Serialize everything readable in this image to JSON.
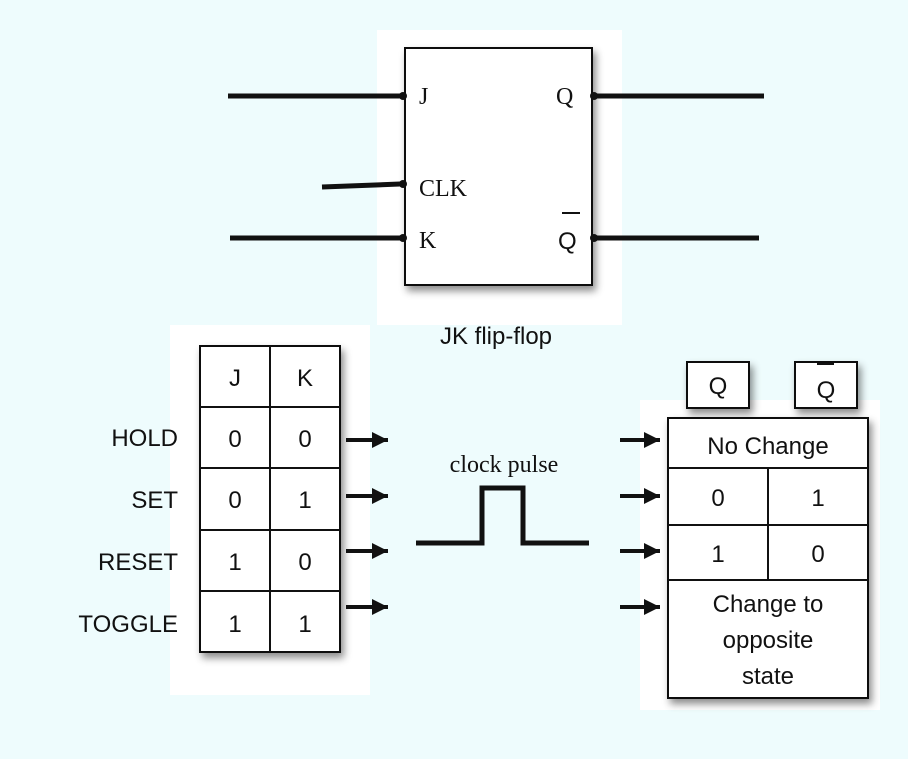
{
  "flipflop": {
    "pins": {
      "j": "J",
      "clk": "CLK",
      "k": "K",
      "q": "Q",
      "qbar": "Q"
    },
    "caption": "JK flip-flop"
  },
  "input_table": {
    "headers": [
      "J",
      "K"
    ],
    "rows": [
      {
        "label": "HOLD",
        "j": "0",
        "k": "0"
      },
      {
        "label": "SET",
        "j": "0",
        "k": "1"
      },
      {
        "label": "RESET",
        "j": "1",
        "k": "0"
      },
      {
        "label": "TOGGLE",
        "j": "1",
        "k": "1"
      }
    ]
  },
  "clock": {
    "label": "clock pulse"
  },
  "output_table": {
    "headers": [
      "Q",
      "Q"
    ],
    "rows": {
      "no_change": "No Change",
      "set_q": "0",
      "set_qbar": "1",
      "reset_q": "1",
      "reset_qbar": "0",
      "toggle_line1": "Change to",
      "toggle_line2": "opposite",
      "toggle_line3": "state"
    }
  }
}
